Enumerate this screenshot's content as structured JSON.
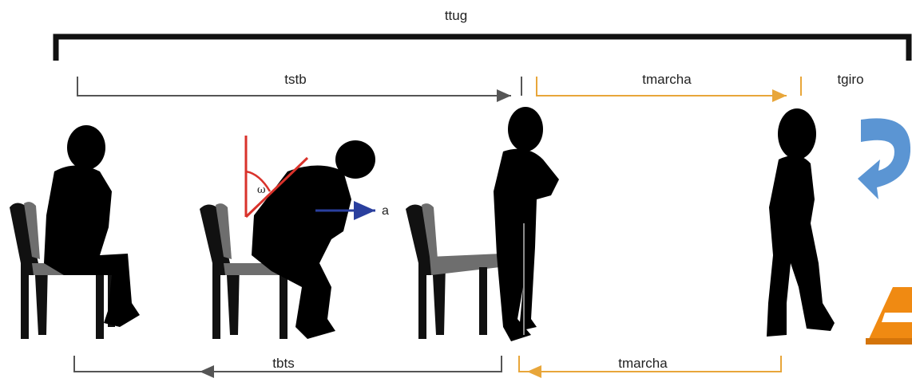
{
  "labels": {
    "total": "ttug",
    "sit_to_stand": "tstb",
    "walk_out": "tmarcha",
    "turn": "tgiro",
    "stand_to_sit": "tbts",
    "walk_back": "tmarcha",
    "angle_symbol": "ω",
    "accel_symbol": "a"
  },
  "colors": {
    "total_bracket": "#111111",
    "phase_gray": "#555555",
    "phase_orange": "#e8a63a",
    "angle_red": "#d9322b",
    "accel_blue": "#2a3f9e",
    "turn_arrow": "#5b95d3",
    "cone_orange": "#f08a12",
    "silhouette": "#000000",
    "chair_seat": "#6e6e6e"
  },
  "icons": [
    "seated-person-icon",
    "rising-person-icon",
    "standing-person-icon",
    "walking-person-icon",
    "chair-icon",
    "turn-arrow-icon",
    "traffic-cone-icon"
  ]
}
